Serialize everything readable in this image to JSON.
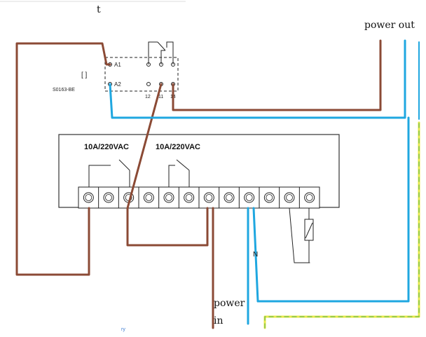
{
  "colors": {
    "brown": "#8b4a35",
    "blue": "#1fa7e0",
    "black": "#222222",
    "yellow": "#e8e84a",
    "green": "#7fc24a"
  },
  "labels": {
    "top_mark": "t",
    "power_out": "power out",
    "power_in_1": "power",
    "power_in_2": "in",
    "n_mark": "N",
    "bottom_mark": "ry"
  },
  "relay": {
    "part_number": "S0163-BE",
    "coil_a1": "A1",
    "coil_a2": "A2",
    "pin_12": "12",
    "pin_11": "11",
    "pin_14": "14",
    "coil_symbol": "[  ]"
  },
  "controller": {
    "relay_rating_1": "10A/220VAC",
    "relay_rating_2": "10A/220VAC",
    "terminal_count": 12
  },
  "icons": {
    "relay_contact": "relay-contact-icon",
    "sensor": "sensor-icon",
    "terminal": "screw-terminal-icon"
  }
}
